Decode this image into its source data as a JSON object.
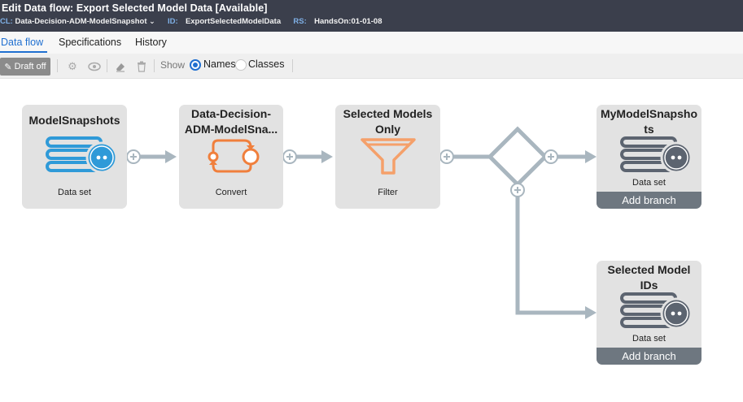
{
  "header": {
    "title": "Edit  Data flow: Export Selected Model Data [Available]",
    "cl_key": "CL:",
    "cl_value": "Data-Decision-ADM-ModelSnapshot",
    "id_key": "ID:",
    "id_value": "ExportSelectedModelData",
    "rs_key": "RS:",
    "rs_value": "HandsOn:01-01-08"
  },
  "tabs": [
    {
      "label": "Data flow",
      "active": true
    },
    {
      "label": "Specifications",
      "active": false
    },
    {
      "label": "History",
      "active": false
    }
  ],
  "toolbar": {
    "draft_label": "Draft off",
    "show_label": "Show",
    "names_label": "Names",
    "classes_label": "Classes",
    "selected_option": "Names"
  },
  "nodes": {
    "source": {
      "title": "ModelSnapshots",
      "type": "Data set",
      "icon": "dataset-icon"
    },
    "convert": {
      "title_line1": "Data-Decision-",
      "title_line2": "ADM-ModelSna...",
      "type": "Convert",
      "icon": "convert-icon"
    },
    "filter": {
      "title_line1": "Selected Models",
      "title_line2": "Only",
      "type": "Filter",
      "icon": "filter-icon"
    },
    "dest1": {
      "title_line1": "MyModelSnapsho",
      "title_line2": "ts",
      "type": "Data set",
      "add_branch": "Add branch",
      "icon": "dataset-icon"
    },
    "dest2": {
      "title_line1": "Selected Model",
      "title_line2": "IDs",
      "type": "Data set",
      "add_branch": "Add branch",
      "icon": "dataset-icon"
    }
  },
  "colors": {
    "header_bg": "#3b3f4c",
    "accent_blue": "#1f6fd0",
    "dataset_blue": "#2f9ad8",
    "convert_orange": "#f07f3c",
    "filter_orange": "#f5a06a",
    "dataset_gray": "#5c6470",
    "connector": "#a9b6bf",
    "node_bg": "#e2e2e2",
    "add_branch_bg": "#6e7780"
  }
}
